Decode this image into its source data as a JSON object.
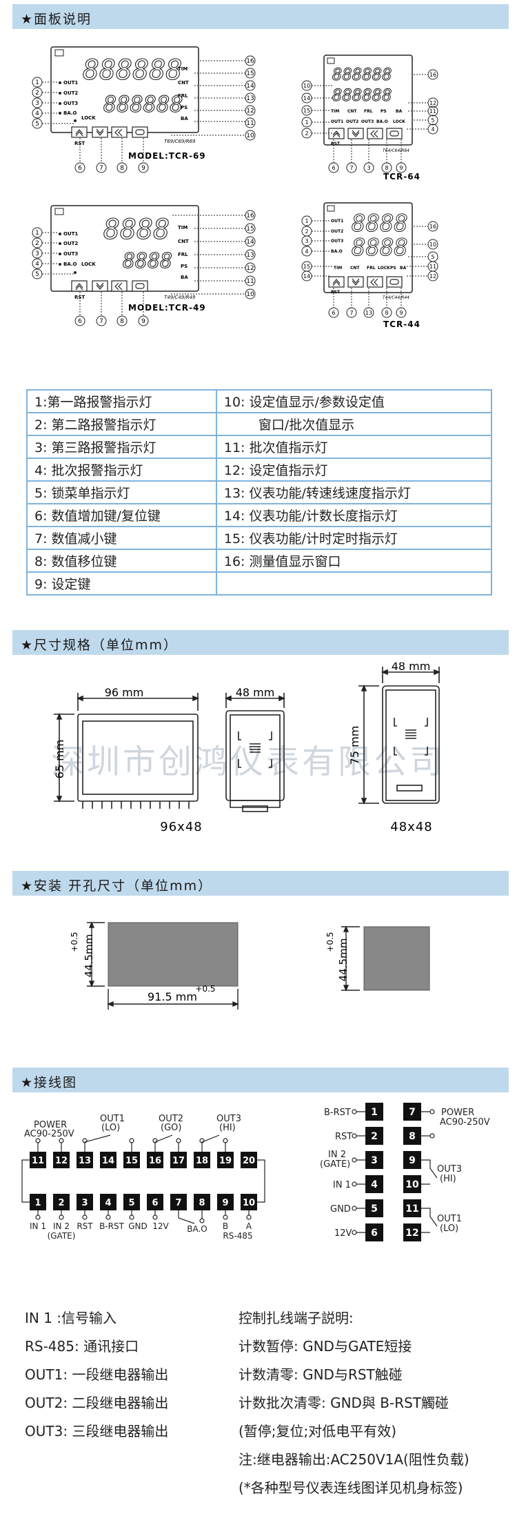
{
  "sections": {
    "panel": "★面板说明",
    "dimension": "★尺寸规格（单位mm）",
    "mounting": "★安装 开孔尺寸（单位mm）",
    "wiring": "★接线图"
  },
  "panel_labels": {
    "out1": "OUT1",
    "out2": "OUT2",
    "out3": "OUT3",
    "bao": "BA.O",
    "lock": "LOCK",
    "tim": "TIM",
    "cnt": "CNT",
    "frl": "FRL",
    "ps": "PS",
    "ba": "BA",
    "rst": "RST",
    "model_69": "MODEL:TCR-69",
    "model_49": "MODEL:TCR-49",
    "model_64": "TCR-64",
    "model_44": "TCR-44",
    "tag_69": "T69/C69/R69",
    "tag_49": "T49/C49/R49",
    "tag_64": "T64/C64/R64",
    "tag_44": "T44/C44/R44",
    "digits_6": "888888",
    "digits_4": "8888"
  },
  "legend": {
    "left": [
      "1:第一路报警指示灯",
      "2: 第二路报警指示灯",
      "3: 第三路报警指示灯",
      "4: 批次报警指示灯",
      "5: 锁菜单指示灯",
      "6: 数值增加键/复位键",
      "7: 数值减小键",
      "8: 数值移位键",
      "9: 设定键"
    ],
    "right": [
      "10: 设定值显示/参数设定值",
      "窗口/批次值显示",
      "11: 批次值指示灯",
      "12: 设定值指示灯",
      "13: 仪表功能/转速线速度指示灯",
      "14: 仪表功能/计数长度指示灯",
      "15: 仪表功能/计时定时指示灯",
      "16: 测量值显示窗口",
      ""
    ]
  },
  "dimensions": {
    "w96": "96 mm",
    "d48a": "48 mm",
    "h65": "65 mm",
    "d48b": "48 mm",
    "h75": "75 mm",
    "cap1": "96x48",
    "cap2": "48x48",
    "watermark": "深圳市创鸿仪表有限公司"
  },
  "cutout": {
    "h1": "44.5mm",
    "tol": "+0.5",
    "w1": "91.5 mm",
    "h2": "44.5mm"
  },
  "wiring": {
    "power": "POWER",
    "ac": "AC90-250V",
    "out1_lo": "OUT1\n(LO)",
    "out2_go": "OUT2\n(GO)",
    "out3_hi": "OUT3\n(HI)",
    "top_terms": [
      "11",
      "12",
      "13",
      "14",
      "15",
      "16",
      "17",
      "18",
      "19",
      "20"
    ],
    "bottom_terms": [
      "1",
      "2",
      "3",
      "4",
      "5",
      "6",
      "7",
      "8",
      "9",
      "10"
    ],
    "bottom_labels": [
      "IN 1",
      "IN 2",
      "RST",
      "B-RST",
      "GND",
      "12V",
      "BA.O",
      "B",
      "A"
    ],
    "gate": "(GATE)",
    "rs485": "RS-485",
    "left_col": [
      "1",
      "2",
      "3",
      "4",
      "5",
      "6"
    ],
    "right_col": [
      "7",
      "8",
      "9",
      "10",
      "11",
      "12"
    ],
    "left_labels": [
      "B-RST",
      "RST",
      "IN 2",
      "IN 1",
      "GND",
      "12V"
    ],
    "gate2": "(GATE)",
    "out3hi": "OUT3",
    "hi": "(HI)",
    "out1lo": "OUT1",
    "lo": "(LO)"
  },
  "notes": {
    "left": [
      "IN 1 :信号输入",
      "RS-485: 通讯接口",
      "OUT1: 一段继电器输出",
      "OUT2: 二段继电器输出",
      "OUT3: 三段继电器输出"
    ],
    "right": [
      "控制扎线端子説明:",
      "计数暂停: GND与GATE短接",
      "计数清零: GND与RST触碰",
      "计数批次清零: GND與 B-RST觸碰",
      "(暂停;复位;对低电平有效)",
      "注:继电器输出:AC250V1A(阻性负载)",
      "(*各种型号仪表连线图详见机身标签)"
    ]
  }
}
